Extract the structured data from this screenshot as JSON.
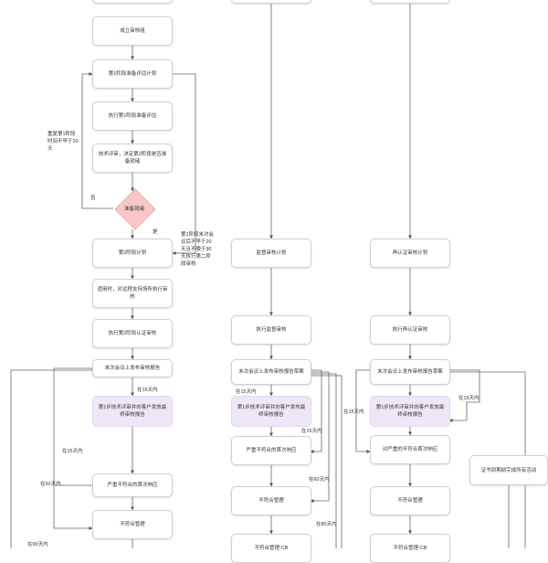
{
  "col1": {
    "form_team": "成立审核组",
    "stage1_plan": "第1阶段准备评估计划",
    "stage1_exec": "执行第1阶段准备评估",
    "tech_review": "技术评审，决定第2阶段是否准备就绪",
    "ready": "准备就绪",
    "stage2_plan": "第2阶段计划",
    "applicable_support": "适用时，对远程支持场所执行审核",
    "stage2_exec": "执行第2阶段认证审核",
    "closing_meeting": "末次会议上发布审核报告",
    "step1_report": "第1步技术评审并向客户发放最终审核报告",
    "severe_nc": "严重不符合的首次响应",
    "nc_mgmt": "不符合管理"
  },
  "col2": {
    "surv_plan": "监督审核计划",
    "surv_exec": "执行监督审核",
    "closing_meeting": "末次会议上发布审核报告草案",
    "step1_report": "第1步技术评审并向客户发布最终审核报告",
    "severe_nc": "严重不符合的首次响应",
    "nc_mgmt": "不符合管理",
    "nc_mgmt_cb": "不符合管理-CB"
  },
  "col3": {
    "recert_plan": "再认证审核计划",
    "recert_exec": "执行再认证审核",
    "closing_meeting": "末次会议上发布审核报告草案",
    "step1_report": "第1步技术评审并向客户发放最终审核报告",
    "severe_nc": "对严重的不符合首次响应",
    "nc_mgmt": "不符合管理",
    "nc_mgmt_cb": "不符合管理-CB",
    "cert_expire": "证书到期前完成所有活动"
  },
  "labels": {
    "repeat_stage1": "重复第1阶段时间不早于20天",
    "no": "否",
    "yes": "是",
    "stage1_window": "第1阶段末次会议后不早于20天且不晚于90天执行第二阶段审核",
    "within15": "在15天内",
    "within60": "在60天内",
    "within90": "在90天内",
    "within80": "在80天内"
  }
}
